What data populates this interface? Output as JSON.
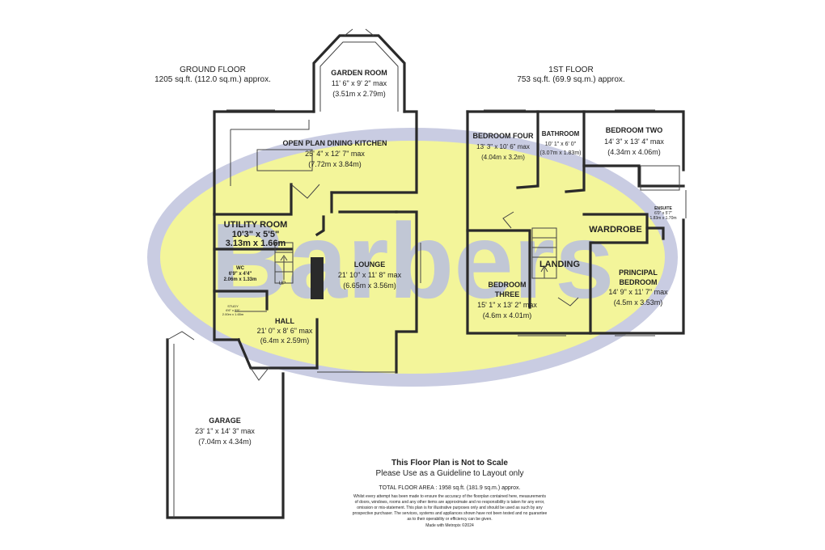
{
  "watermark": {
    "text": "Barbers",
    "oval_fill": "#f3f59a",
    "oval_stroke": "#c9cce2",
    "text_color": "#b9bfe0"
  },
  "ground_floor": {
    "title": "GROUND FLOOR",
    "area": "1205 sq.ft. (112.0 sq.m.) approx."
  },
  "first_floor": {
    "title": "1ST FLOOR",
    "area": "753 sq.ft. (69.9 sq.m.) approx."
  },
  "rooms": {
    "garden_room": {
      "name": "GARDEN ROOM",
      "imperial": "11' 6\" x 9' 2\" max",
      "metric": "(3.51m x 2.79m)"
    },
    "kitchen": {
      "name": "OPEN PLAN DINING KITCHEN",
      "imperial": "25' 4\" x 12' 7\" max",
      "metric": "(7.72m x 3.84m)"
    },
    "utility": {
      "name": "UTILITY ROOM",
      "imperial": "10'3\" x 5'5\"",
      "metric": "3.13m x 1.66m"
    },
    "wc": {
      "name": "WC",
      "imperial": "6'9\" x 4'4\"",
      "metric": "2.06m x 1.33m"
    },
    "study": {
      "name": "STUDY",
      "imperial": "6'6\" x 5'5\"",
      "metric": "2.00m x 1.65m"
    },
    "lounge": {
      "name": "LOUNGE",
      "imperial": "21' 10\" x 11' 8\" max",
      "metric": "(6.65m x 3.56m)"
    },
    "hall": {
      "name": "HALL",
      "imperial": "21' 0\" x 8' 6\" max",
      "metric": "(6.4m x 2.59m)"
    },
    "garage": {
      "name": "GARAGE",
      "imperial": "23' 1\" x 14' 3\" max",
      "metric": "(7.04m x 4.34m)"
    },
    "bedroom_four": {
      "name": "BEDROOM FOUR",
      "imperial": "13' 3\" x 10' 6\" max",
      "metric": "(4.04m x 3.2m)"
    },
    "bathroom": {
      "name": "BATHROOM",
      "imperial": "10' 1\" x 6' 0\"",
      "metric": "(3.07m x 1.83m)"
    },
    "bedroom_two": {
      "name": "BEDROOM TWO",
      "imperial": "14' 3\" x 13' 4\" max",
      "metric": "(4.34m x 4.06m)"
    },
    "ensuite": {
      "name": "ENSUITE",
      "imperial": "6'0\" x 5'7\"",
      "metric": "1.83m x 1.70m"
    },
    "wardrobe": {
      "name": "WARDROBE"
    },
    "landing": {
      "name": "LANDING"
    },
    "bedroom_three": {
      "name": "BEDROOM THREE",
      "imperial": "15' 1\" x 13' 2\" max",
      "metric": "(4.6m x 4.01m)"
    },
    "principal": {
      "name": "PRINCIPAL BEDROOM",
      "imperial": "14' 9\" x 11' 7\" max",
      "metric": "(4.5m x 3.53m)"
    }
  },
  "stairs_up": "UP",
  "footer": {
    "not_to_scale": "This Floor Plan is Not to Scale",
    "guideline": "Please Use as a Guideline to Layout only",
    "total": "TOTAL FLOOR AREA : 1958 sq.ft. (181.9 sq.m.) approx.",
    "disclaimer": [
      "Whilst every attempt has been made to ensure the accuracy of the floorplan contained here, measurements",
      "of doors, windows, rooms and any other items are approximate and no responsibility is taken for any error,",
      "omission or mis-statement. This plan is for illustrative purposes only and should be used as such by any",
      "prospective purchaser. The services, systems and appliances shown have not been tested and no guarantee",
      "as to their operability or efficiency can be given."
    ],
    "made_with": "Made with Metropix ©2024"
  }
}
